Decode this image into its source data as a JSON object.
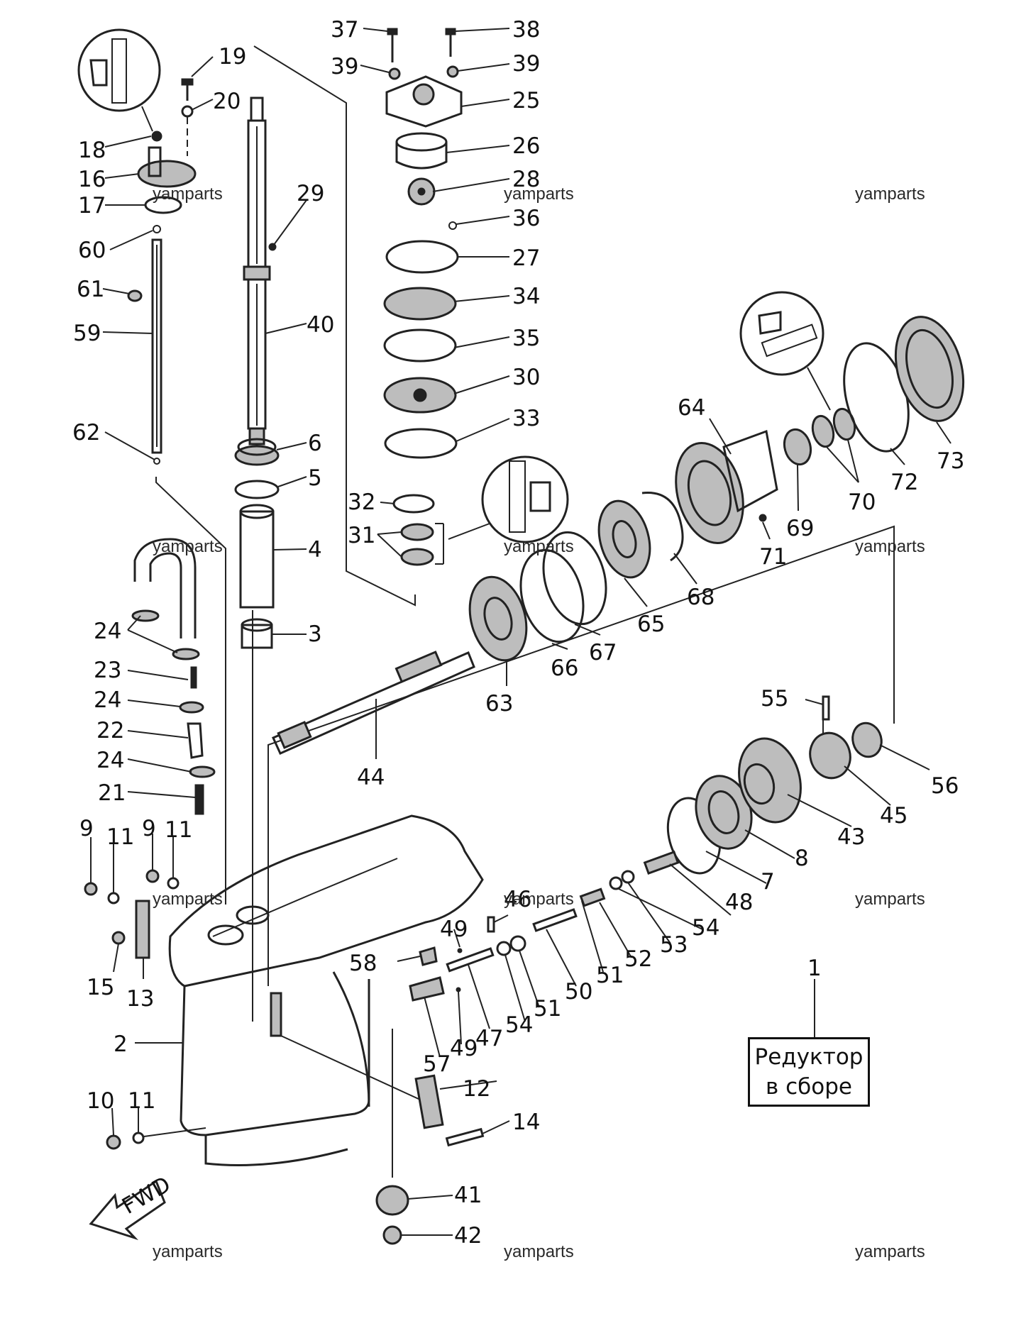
{
  "part_labels": {
    "p1": "1",
    "p2": "2",
    "p3": "3",
    "p4": "4",
    "p5": "5",
    "p6": "6",
    "p7": "7",
    "p8": "8",
    "p9a": "9",
    "p9b": "9",
    "p10": "10",
    "p11a": "11",
    "p11b": "11",
    "p11c": "11",
    "p12": "12",
    "p13": "13",
    "p14": "14",
    "p15": "15",
    "p16": "16",
    "p17": "17",
    "p18": "18",
    "p19": "19",
    "p20": "20",
    "p21": "21",
    "p22": "22",
    "p23": "23",
    "p24a": "24",
    "p24b": "24",
    "p24c": "24",
    "p25": "25",
    "p26": "26",
    "p27": "27",
    "p28": "28",
    "p29": "29",
    "p30": "30",
    "p31": "31",
    "p32": "32",
    "p33": "33",
    "p34": "34",
    "p35": "35",
    "p36": "36",
    "p37": "37",
    "p38": "38",
    "p39a": "39",
    "p39b": "39",
    "p40": "40",
    "p41": "41",
    "p42": "42",
    "p43": "43",
    "p44": "44",
    "p45": "45",
    "p46": "46",
    "p47": "47",
    "p48": "48",
    "p49a": "49",
    "p49b": "49",
    "p50": "50",
    "p51a": "51",
    "p51b": "51",
    "p52": "52",
    "p53": "53",
    "p54a": "54",
    "p54b": "54",
    "p55": "55",
    "p56": "56",
    "p57": "57",
    "p58": "58",
    "p59": "59",
    "p60": "60",
    "p61": "61",
    "p62": "62",
    "p63": "63",
    "p64": "64",
    "p65": "65",
    "p66": "66",
    "p67": "67",
    "p68": "68",
    "p69": "69",
    "p70": "70",
    "p71": "71",
    "p72": "72",
    "p73": "73"
  },
  "assembly_label": {
    "line1": "Редуктор",
    "line2": "в сборе"
  },
  "direction_arrow_text": "FWD",
  "watermark": "yamparts"
}
